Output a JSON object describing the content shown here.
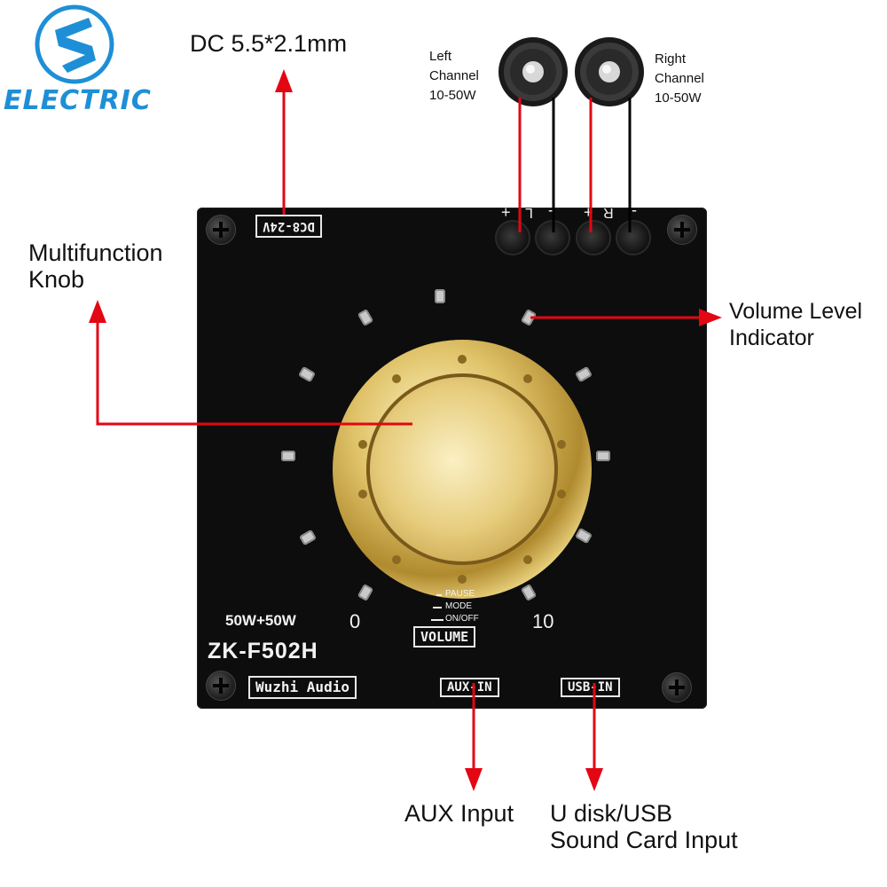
{
  "logo": {
    "text": "ELECTRIC",
    "color": "#1e8fd6"
  },
  "board": {
    "dc_label": "DC8-24V",
    "terminals": [
      "+",
      "L",
      "-",
      "+",
      "R",
      "-"
    ],
    "power_text": "50W+50W",
    "model": "ZK-F502H",
    "brand_box": "Wuzhi Audio",
    "aux_box": "AUX-IN",
    "usb_box": "USB-IN",
    "scale_min": "0",
    "scale_max": "10",
    "volume_box": "VOLUME",
    "legend": [
      "PAUSE",
      "MODE",
      "ON/OFF"
    ]
  },
  "callouts": {
    "dc": "DC 5.5*2.1mm",
    "knob": "Multifunction\nKnob",
    "volume_indicator": "Volume Level\nIndicator",
    "left_channel": "Left\nChannel\n10-50W",
    "right_channel": "Right\nChannel\n10-50W",
    "aux": "AUX Input",
    "usb": "U disk/USB\nSound Card Input"
  },
  "colors": {
    "arrow": "#e30613",
    "board": "#0d0d0d",
    "knob_gold": "#e0c36a"
  }
}
